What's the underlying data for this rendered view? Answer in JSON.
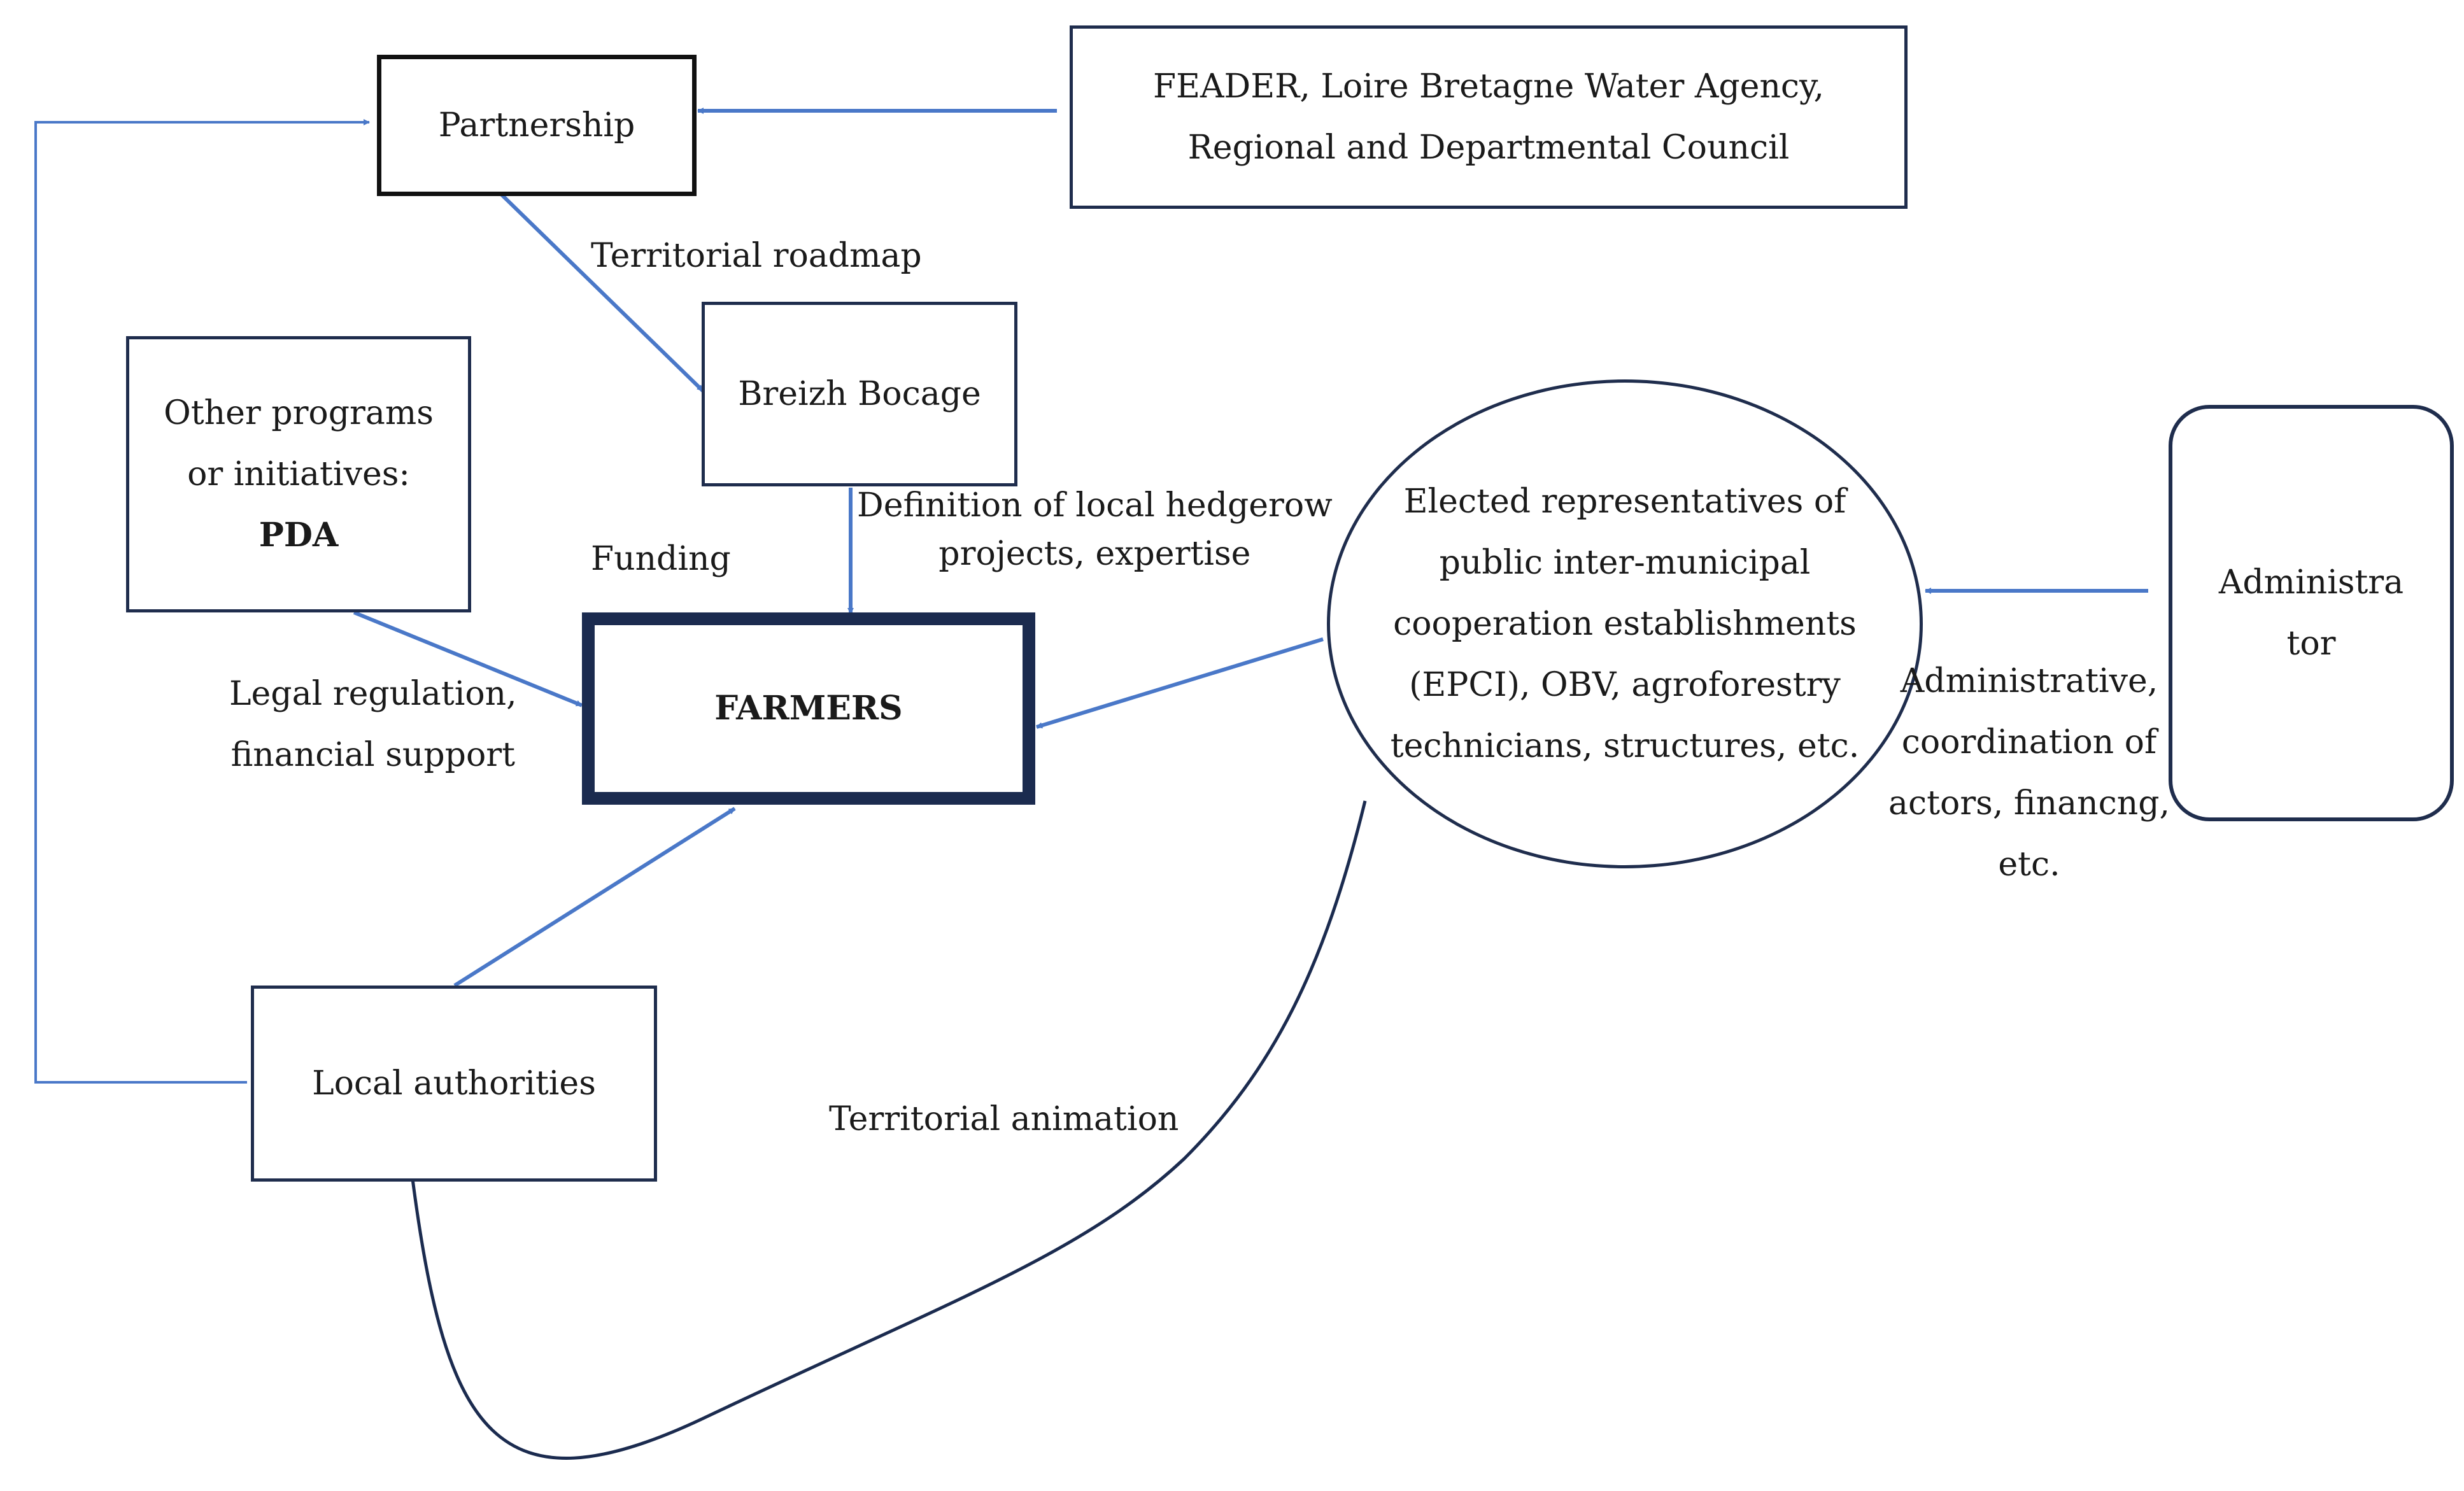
{
  "nodes": {
    "partnership": "Partnership",
    "feader": [
      "FEADER, Loire Bretagne Water Agency,",
      "Regional and Departmental Council"
    ],
    "breizh_bocage": "Breizh Bocage",
    "other_programs": [
      "Other programs",
      "or initiatives:",
      "PDA"
    ],
    "farmers": "FARMERS",
    "local_authorities": "Local authorities",
    "elected": [
      "Elected representatives of",
      "public inter-municipal",
      "cooperation establishments",
      "(EPCI), OBV, agroforestry",
      "technicians, structures, etc."
    ],
    "administrator": [
      "Administra",
      "tor"
    ]
  },
  "edge_labels": {
    "territorial_roadmap": "Territorial roadmap",
    "funding": "Funding",
    "definition": [
      "Definition of local hedgerow",
      "projects, expertise"
    ],
    "legal": [
      "Legal regulation,",
      "financial support"
    ],
    "administrative": [
      "Administrative,",
      "coordination of",
      "actors, financng,",
      "etc."
    ],
    "territorial_animation": "Territorial animation"
  },
  "colors": {
    "arrow": "#4a78c8",
    "curve": "#1b2b4f",
    "box_border": "#1f2d4d"
  }
}
